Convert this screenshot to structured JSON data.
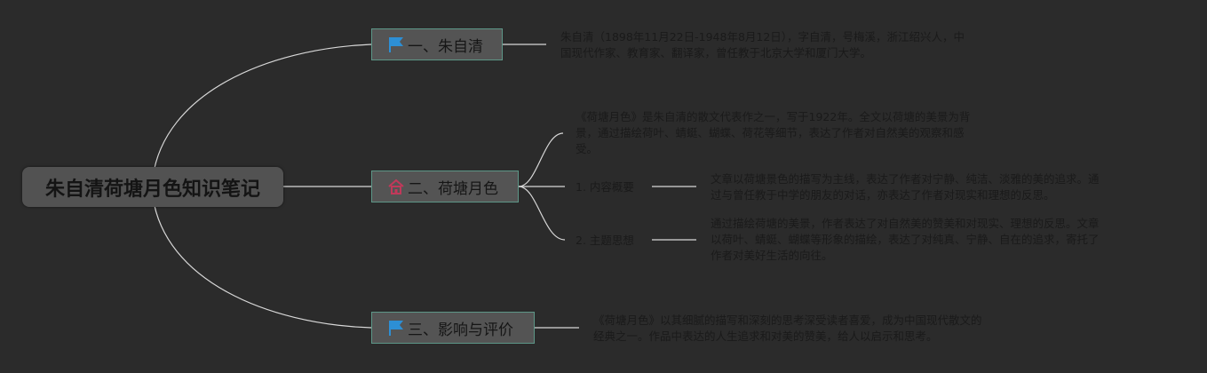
{
  "root": {
    "title": "朱自清荷塘月色知识笔记"
  },
  "branches": [
    {
      "label": "一、朱自清",
      "icon": "flag-icon",
      "note": "朱自清（1898年11月22日-1948年8月12日），字自清，号梅溪，浙江绍兴人，中\n国现代作家、教育家、翻译家，曾任教于北京大学和厦门大学。"
    },
    {
      "label": "二、荷塘月色",
      "icon": "home-icon",
      "note": "《荷塘月色》是朱自清的散文代表作之一，写于1922年。全文以荷塘的美景为背\n景，通过描绘荷叶、蜻蜓、蝴蝶、荷花等细节，表达了作者对自然美的观察和感\n受。",
      "children": [
        {
          "label": "1. 内容概要",
          "note": "文章以荷塘景色的描写为主线，表达了作者对宁静、纯洁、淡雅的美的追求。通\n过与曾任教于中学的朋友的对话，亦表达了作者对现实和理想的反思。"
        },
        {
          "label": "2. 主题思想",
          "note": "通过描绘荷塘的美景，作者表达了对自然美的赞美和对现实、理想的反思。文章\n以荷叶、蜻蜓、蝴蝶等形象的描绘，表达了对纯真、宁静、自在的追求，寄托了\n作者对美好生活的向往。"
        }
      ]
    },
    {
      "label": "三、影响与评价",
      "icon": "flag-icon",
      "note": "《荷塘月色》以其细腻的描写和深刻的思考深受读者喜爱，成为中国现代散文的\n经典之一。作品中表达的人生追求和对美的赞美，给人以启示和思考。"
    }
  ],
  "colors": {
    "background": "#2b2b2b",
    "root_fill": "#525252",
    "branch_fill": "#545454",
    "branch_border": "#5d9687",
    "link": "#d8d8d8",
    "flag_icon": "#2d8fd5",
    "home_icon": "#c0395a"
  }
}
